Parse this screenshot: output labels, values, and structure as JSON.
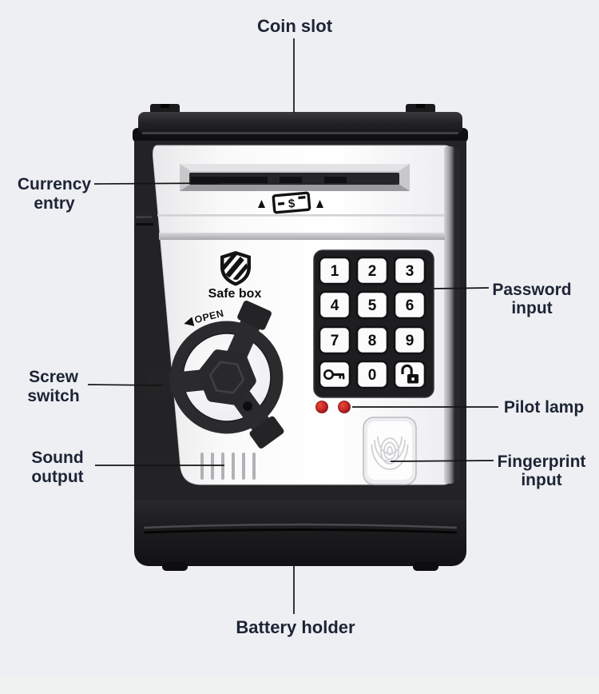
{
  "figure": {
    "type": "product-annotation-diagram",
    "subject": "Electronic safe box money bank (ATM piggy bank)",
    "background_color": "#edeff3"
  },
  "annotations": {
    "coin_slot": {
      "label": "Coin slot"
    },
    "currency_entry": {
      "label_line1": "Currency",
      "label_line2": "entry"
    },
    "screw_switch": {
      "label_line1": "Screw",
      "label_line2": "switch"
    },
    "sound_output": {
      "label_line1": "Sound",
      "label_line2": "output"
    },
    "battery_holder": {
      "label": "Battery holder"
    },
    "password_input": {
      "label_line1": "Password",
      "label_line2": "input"
    },
    "pilot_lamp": {
      "label": "Pilot lamp"
    },
    "fingerprint_input": {
      "label_line1": "Fingerprint",
      "label_line2": "input"
    }
  },
  "safe": {
    "brand_label": "Safe box",
    "wheel_label": "OPEN",
    "bill_symbol": "$",
    "keypad_keys": [
      "1",
      "2",
      "3",
      "4",
      "5",
      "6",
      "7",
      "8",
      "9"
    ],
    "keypad_zero": "0",
    "keypad_icon_left": "key-icon",
    "keypad_icon_right": "unlock-open-icon",
    "pilot_lamp_count": 2
  },
  "colors": {
    "background": "#edeff3",
    "label_text": "#1d2434",
    "annotation_line": "#141414",
    "body_black": "#232325",
    "door_white": "#f8f8fa",
    "keypad_panel": "#1e1e20",
    "led_red": "#c42222",
    "slot_recess_gray": "#c8c8ca"
  }
}
